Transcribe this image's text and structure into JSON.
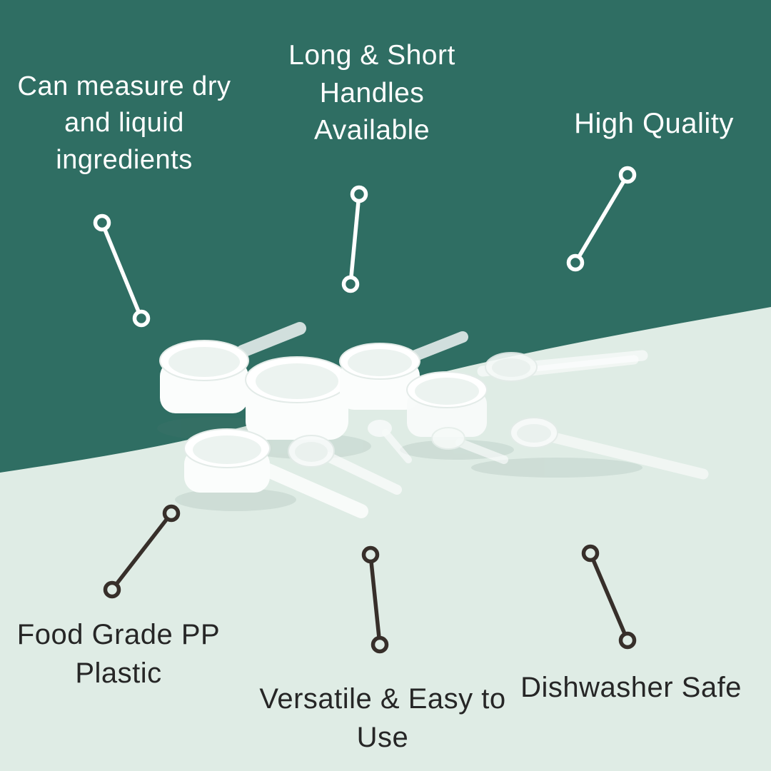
{
  "colors": {
    "teal": "#2f6e63",
    "mint": "#dfece5",
    "text_light": "#ffffff",
    "text_dark": "#262626",
    "line_light": "#ffffff",
    "line_dark": "#372f2a"
  },
  "callouts": [
    {
      "id": "measure",
      "label": "Can measure dry and liquid ingredients"
    },
    {
      "id": "handles",
      "label": "Long & Short Handles Available"
    },
    {
      "id": "quality",
      "label": "High Quality"
    },
    {
      "id": "foodgrade",
      "label": "Food Grade PP Plastic"
    },
    {
      "id": "versatile",
      "label": "Versatile & Easy to Use"
    },
    {
      "id": "dishwasher",
      "label": "Dishwasher Safe"
    }
  ]
}
